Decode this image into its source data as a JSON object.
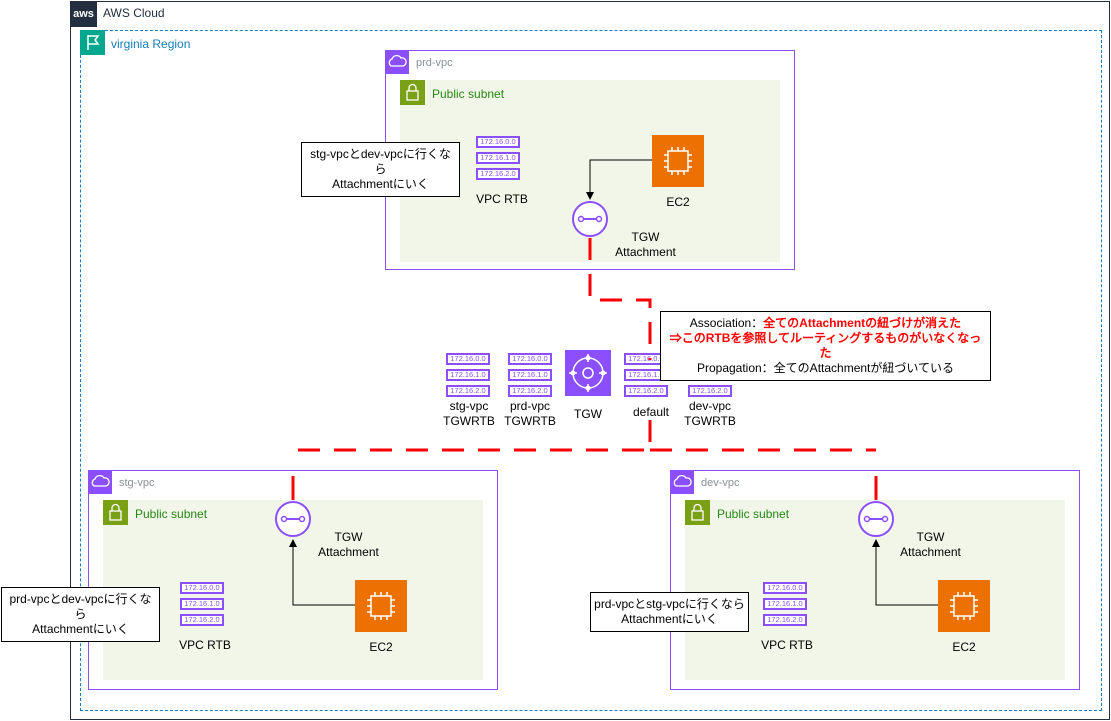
{
  "cloud": {
    "badge": "aws",
    "label": "AWS Cloud"
  },
  "region": {
    "label": "virginia Region"
  },
  "rtb_routes": [
    "172.16.0.0",
    "172.16.1.0",
    "172.16.2.0"
  ],
  "prd": {
    "vpc_label": "prd-vpc",
    "subnet_label": "Public subnet",
    "rtb_label": "VPC RTB",
    "ec2_label": "EC2",
    "attach_label": [
      "TGW",
      "Attachment"
    ],
    "note": [
      "stg-vpcとdev-vpcに行くなら",
      "Attachmentにいく"
    ]
  },
  "stg": {
    "vpc_label": "stg-vpc",
    "subnet_label": "Public subnet",
    "rtb_label": "VPC RTB",
    "ec2_label": "EC2",
    "attach_label": [
      "TGW",
      "Attachment"
    ],
    "note": [
      "prd-vpcとdev-vpcに行くなら",
      "Attachmentにいく"
    ]
  },
  "dev": {
    "vpc_label": "dev-vpc",
    "subnet_label": "Public subnet",
    "rtb_label": "VPC RTB",
    "ec2_label": "EC2",
    "attach_label": [
      "TGW",
      "Attachment"
    ],
    "note": [
      "prd-vpcとstg-vpcに行くなら",
      "Attachmentにいく"
    ]
  },
  "tgw": {
    "label": "TGW",
    "rtbs": [
      {
        "label": [
          "stg-vpc",
          "TGWRTB"
        ]
      },
      {
        "label": [
          "prd-vpc",
          "TGWRTB"
        ]
      },
      {
        "label": [
          "default",
          ""
        ]
      },
      {
        "label": [
          "dev-vpc",
          "TGWRTB"
        ]
      }
    ]
  },
  "assoc_note": {
    "line1_prefix": "Association：",
    "line1_red": "全てのAttachmentの紐づけが消えた",
    "line2_red": "⇒このRTBを参照してルーティングするものがいなくなった",
    "line3": "Propagation：全てのAttachmentが紐づいている"
  },
  "colors": {
    "vpc": "#8c4fff",
    "subnet": "#7aa116",
    "ec2": "#ed7100",
    "link": "#ff0000",
    "region": "#147eba"
  }
}
